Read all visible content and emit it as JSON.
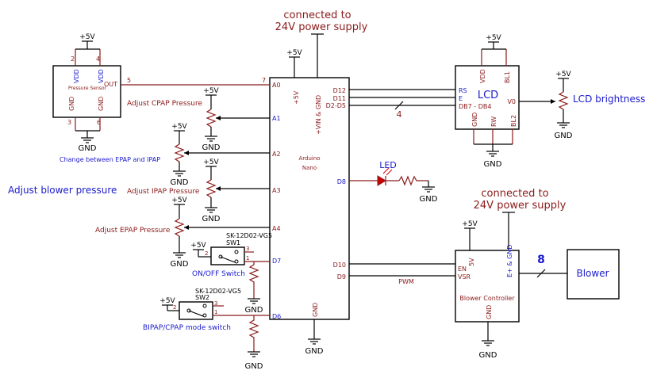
{
  "power": {
    "vcc": "+5V",
    "gnd": "GND",
    "supply_note_top": "connected to\n24V power supply",
    "supply_line1": "connected to",
    "supply_line2": "24V power supply"
  },
  "sensor": {
    "name": "Pressure Sensor",
    "vdd": "VDD",
    "gnd": "GND",
    "out": "OUT",
    "pins": {
      "vdd1": "2",
      "vdd2": "4",
      "gnd1": "3",
      "gnd2": "6",
      "out": "5"
    }
  },
  "pots": {
    "cpap": "Adjust CPAP Pressure",
    "epap_ipap": "Change between EPAP and IPAP",
    "ipap": "Adjust IPAP Pressure",
    "epap": "Adjust EPAP Pressure",
    "blower": "Adjust blower pressure"
  },
  "arduino": {
    "name_line1": "Arduino",
    "name_line2": "Nano",
    "pins": {
      "a0": "A0",
      "a1": "A1",
      "a2": "A2",
      "a3": "A3",
      "a4": "A4",
      "d7": "D7",
      "d6": "D6",
      "d8": "D8",
      "d9": "D9",
      "d10": "D10",
      "d11": "D11",
      "d12": "D12",
      "d2d5": "D2-D5",
      "p5v": "+5V",
      "vin": "+VIN & GND",
      "gnd": "GND"
    },
    "pin7": "7"
  },
  "switches": {
    "sw1_part": "SK-12D02-VG5",
    "sw1_ref": "SW1",
    "sw1_label": "ON/OFF Switch",
    "sw2_part": "SK-12D02-VG5",
    "sw2_ref": "SW2",
    "sw2_label": "BIPAP/CPAP mode switch",
    "pin1": "1",
    "pin2": "2",
    "pin3": "3"
  },
  "led": {
    "label": "LED"
  },
  "lcd": {
    "name": "LCD",
    "brightness": "LCD brightness",
    "pins": {
      "vdd": "VDD",
      "bl1": "BL1",
      "rs": "RS",
      "e": "E",
      "db": "DB7 - DB4",
      "v0": "V0",
      "gnd": "GND",
      "rw": "RW",
      "bl2": "BL2"
    },
    "bus_count": "4"
  },
  "blower_ctrl": {
    "name": "Blower Controller",
    "p5v": "5V",
    "en": "EN",
    "vsr": "VSR",
    "eplus": "E+ & GND",
    "gnd": "GND",
    "pwm": "PWM",
    "bus_count": "8"
  },
  "blower": {
    "label": "Blower"
  }
}
